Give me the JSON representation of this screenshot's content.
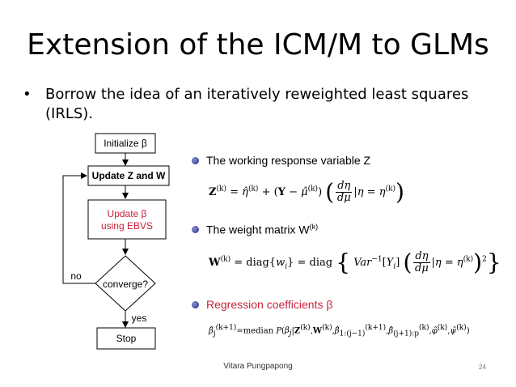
{
  "slide": {
    "title": "Extension of the ICM/M to GLMs",
    "bullet": "Borrow the idea of an iteratively reweighted least squares (IRLS).",
    "footer": "Vitara Pungpapong",
    "page_number": "24"
  },
  "flowchart": {
    "init": "Initialize β",
    "update_zw": "Update Z and W",
    "update_beta_1": "Update β",
    "update_beta_2": "using EBVS",
    "decision": "converge?",
    "no_label": "no",
    "yes_label": "yes",
    "stop": "Stop",
    "accent_color": "#c8243c"
  },
  "right": {
    "item1": "The working response variable Z",
    "item2": "The weight matrix W",
    "item2_sup": "(k)",
    "item3": "Regression coefficients β",
    "median_word": "median"
  }
}
